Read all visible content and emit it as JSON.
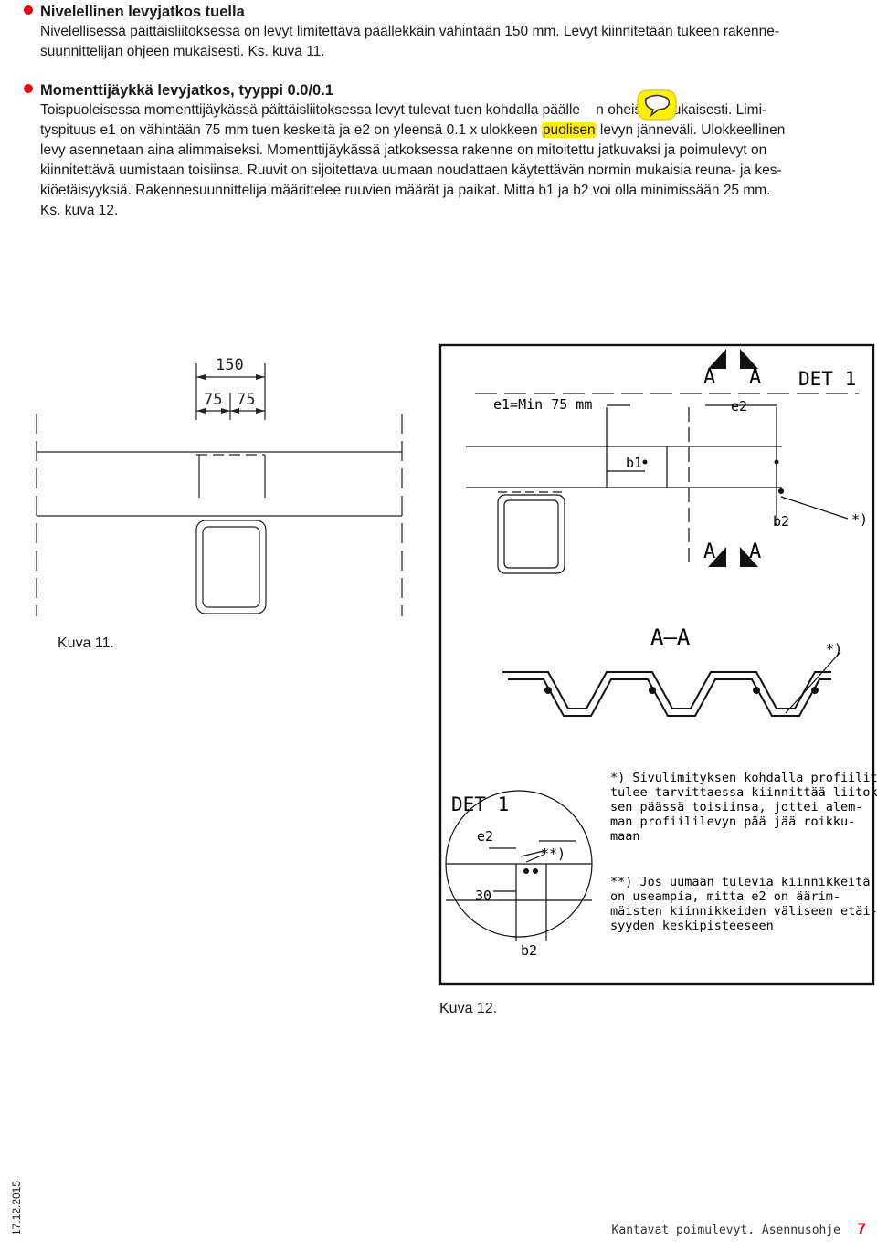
{
  "section1": {
    "heading": "Nivelellinen levyjatkos tuella",
    "line1": "Nivelellisessä päittäisliitoksessa on levyt limitettävä päällekkäin vähintään 150 mm. Levyt kiinnitetään tukeen rakenne-",
    "line2": "suunnittelijan ohjeen mukaisesti. Ks. kuva 11."
  },
  "section2": {
    "heading": "Momenttijäykkä levyjatkos, tyyppi 0.0/0.1",
    "l1": "Toispuoleisessa momenttijäykässä päittäisliitoksessa levyt tulevat tuen kohdalla päälle    n oheisen mukaisesti. Limi-",
    "l2a": "tyspituus e1 on vähintään 75 mm tuen keskeltä ja e2 on yleensä 0.1 x ulokkeen ",
    "l2hl": "puolisen",
    "l2b": " levyn jänneväli. Ulokkeellinen",
    "l3": "levy asennetaan aina alimmaiseksi. Momenttijäykässä jatkoksessa rakenne on mitoitettu jatkuvaksi ja poimulevyt on",
    "l4": "kiinnitettävä uumistaan toisiinsa. Ruuvit on sijoitettava uumaan noudattaen käytettävän normin mukaisia reuna- ja kes-",
    "l5": "kiöetäisyyksiä. Rakennesuunnittelija määrittelee ruuvien määrät ja paikat. Mitta b1 ja b2 voi olla minimissään 25 mm.",
    "l6": "Ks. kuva 12."
  },
  "fig11": {
    "caption": "Kuva 11.",
    "dim_total": "150",
    "dim_left": "75",
    "dim_right": "75"
  },
  "fig12": {
    "caption": "Kuva 12.",
    "label_a1": "A",
    "label_a2": "A",
    "label_a3": "A",
    "label_a4": "A",
    "det1_top": "DET 1",
    "e1": "e1=Min  75  mm",
    "e2_top": "e2",
    "b1": "b1",
    "b2_top": "b2",
    "star_top": "*)",
    "section_aa": "A—A",
    "star_section": "*)",
    "det1_detail": "DET 1",
    "e2_detail": "e2",
    "dstar": "**)",
    "thirty": "30",
    "b2_detail": "b2",
    "note1": [
      "*)  Sivulimityksen kohdalla profiilit",
      "    tulee tarvittaessa kiinnittää liitok-",
      "    sen päässä toisiinsa, jottei alem-",
      "    man profiililevyn pää jää roikku-",
      "    maan"
    ],
    "note2": [
      "**) Jos uumaan tulevia kiinnikkeitä",
      "    on useampia, mitta e2 on äärim-",
      "    mäisten kiinnikkeiden väliseen etäi-",
      "    syyden keskipisteeseen"
    ]
  },
  "footer": {
    "date": "17.12.2015",
    "title": "Kantavat poimulevyt. Asennusohje",
    "page": "7"
  },
  "colors": {
    "accent": "#e30613",
    "highlight": "#ffef00"
  }
}
